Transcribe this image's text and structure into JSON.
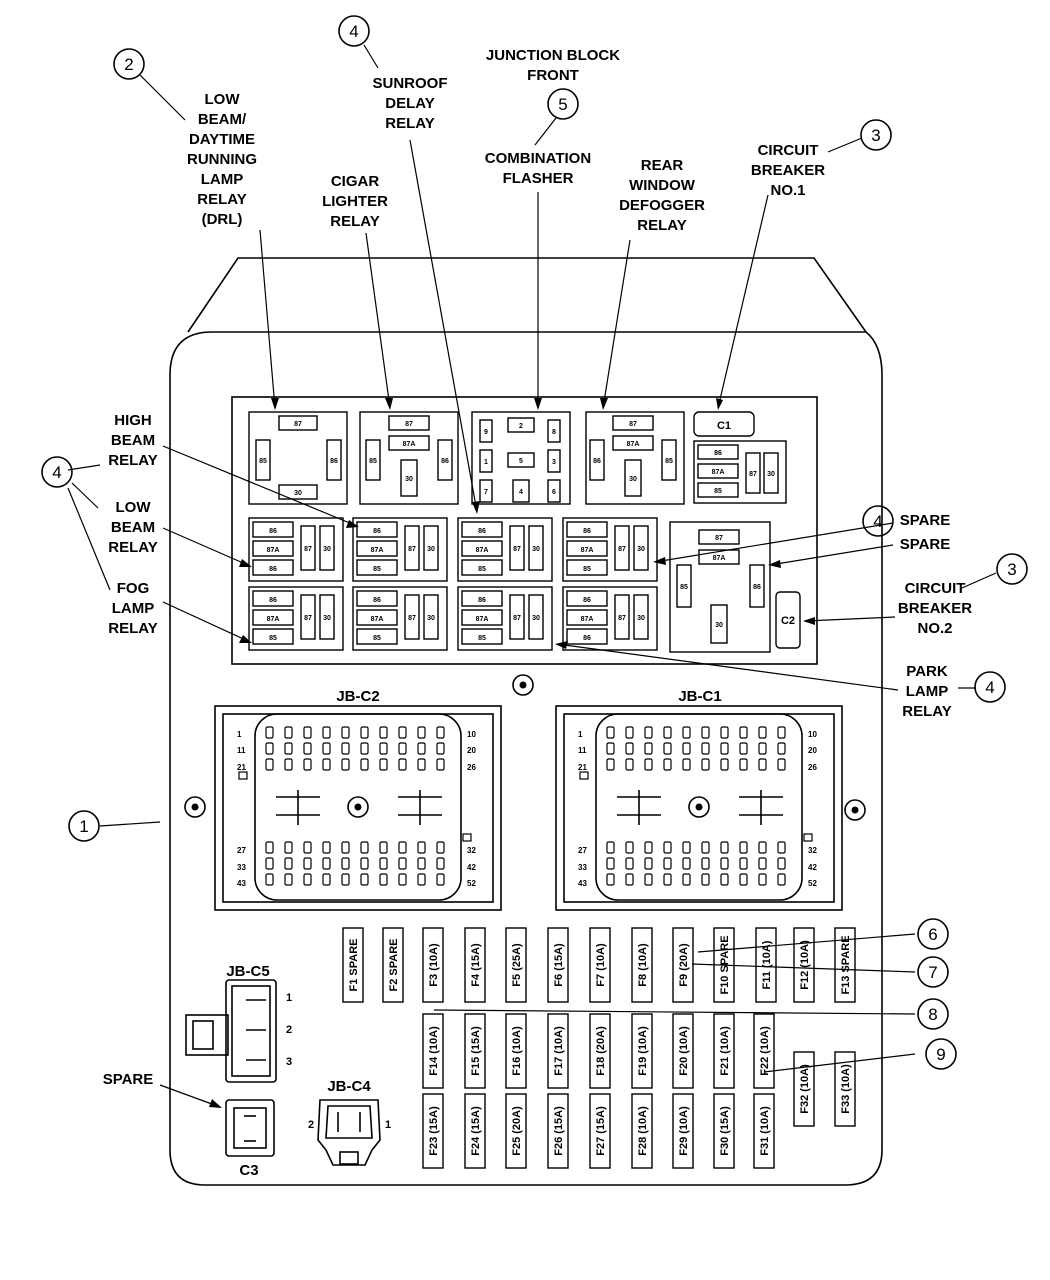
{
  "callouts": {
    "c1": "1",
    "c2": "2",
    "c3a": "3",
    "c3b": "3",
    "c4a": "4",
    "c4b": "4",
    "c4c": "4",
    "c4d": "4",
    "c5": "5",
    "c6": "6",
    "c7": "7",
    "c8": "8",
    "c9": "9"
  },
  "labels": {
    "low_beam_drl": [
      "LOW",
      "BEAM/",
      "DAYTIME",
      "RUNNING",
      "LAMP",
      "RELAY",
      "(DRL)"
    ],
    "sunroof": [
      "SUNROOF",
      "DELAY",
      "RELAY"
    ],
    "junction_block": [
      "JUNCTION BLOCK",
      "FRONT"
    ],
    "combination_flasher": [
      "COMBINATION",
      "FLASHER"
    ],
    "cigar_lighter": [
      "CIGAR",
      "LIGHTER",
      "RELAY"
    ],
    "rear_window": [
      "REAR",
      "WINDOW",
      "DEFOGGER",
      "RELAY"
    ],
    "cb1": [
      "CIRCUIT",
      "BREAKER",
      "NO.1"
    ],
    "high_beam": [
      "HIGH",
      "BEAM",
      "RELAY"
    ],
    "low_beam": [
      "LOW",
      "BEAM",
      "RELAY"
    ],
    "fog_lamp": [
      "FOG",
      "LAMP",
      "RELAY"
    ],
    "spare1": "SPARE",
    "spare2": "SPARE",
    "cb2": [
      "CIRCUIT",
      "BREAKER",
      "NO.2"
    ],
    "park_lamp": [
      "PARK",
      "LAMP",
      "RELAY"
    ],
    "spare_c3": "SPARE"
  },
  "relay_pins": {
    "p87": "87",
    "p87a": "87A",
    "p85": "85",
    "p86": "86",
    "p30": "30",
    "c1": "C1",
    "c2": "C2",
    "flasher": [
      "9",
      "2",
      "8",
      "1",
      "5",
      "3",
      "7",
      "4",
      "6"
    ]
  },
  "connectors": {
    "jbc2": "JB-C2",
    "jbc1": "JB-C1",
    "jbc5": "JB-C5",
    "jbc4": "JB-C4",
    "c3": "C3",
    "left_pins": [
      "1",
      "11",
      "21",
      "27",
      "33",
      "43"
    ],
    "right_pins": [
      "10",
      "20",
      "26",
      "32",
      "42",
      "52"
    ],
    "c5_pins": [
      "1",
      "2",
      "3"
    ],
    "c4_pins": [
      "2",
      "1"
    ]
  },
  "fuses": {
    "row1": [
      "F1 SPARE",
      "F2 SPARE",
      "F3 (10A)",
      "F4 (15A)",
      "F5 (25A)",
      "F6 (15A)",
      "F7 (10A)",
      "F8 (10A)",
      "F9 (20A)",
      "F10 SPARE",
      "F11 (10A)",
      "F12 (10A)",
      "F13 SPARE"
    ],
    "row2": [
      "F14 (10A)",
      "F15 (15A)",
      "F16 (10A)",
      "F17 (10A)",
      "F18 (20A)",
      "F19 (10A)",
      "F20 (10A)",
      "F21 (10A)",
      "F22 (10A)"
    ],
    "row2b": [
      "F32 (10A)",
      "F33 (10A)"
    ],
    "row3": [
      "F23 (15A)",
      "F24 (15A)",
      "F25 (20A)",
      "F26 (15A)",
      "F27 (15A)",
      "F28 (10A)",
      "F29 (10A)",
      "F30 (15A)",
      "F31 (10A)"
    ]
  }
}
